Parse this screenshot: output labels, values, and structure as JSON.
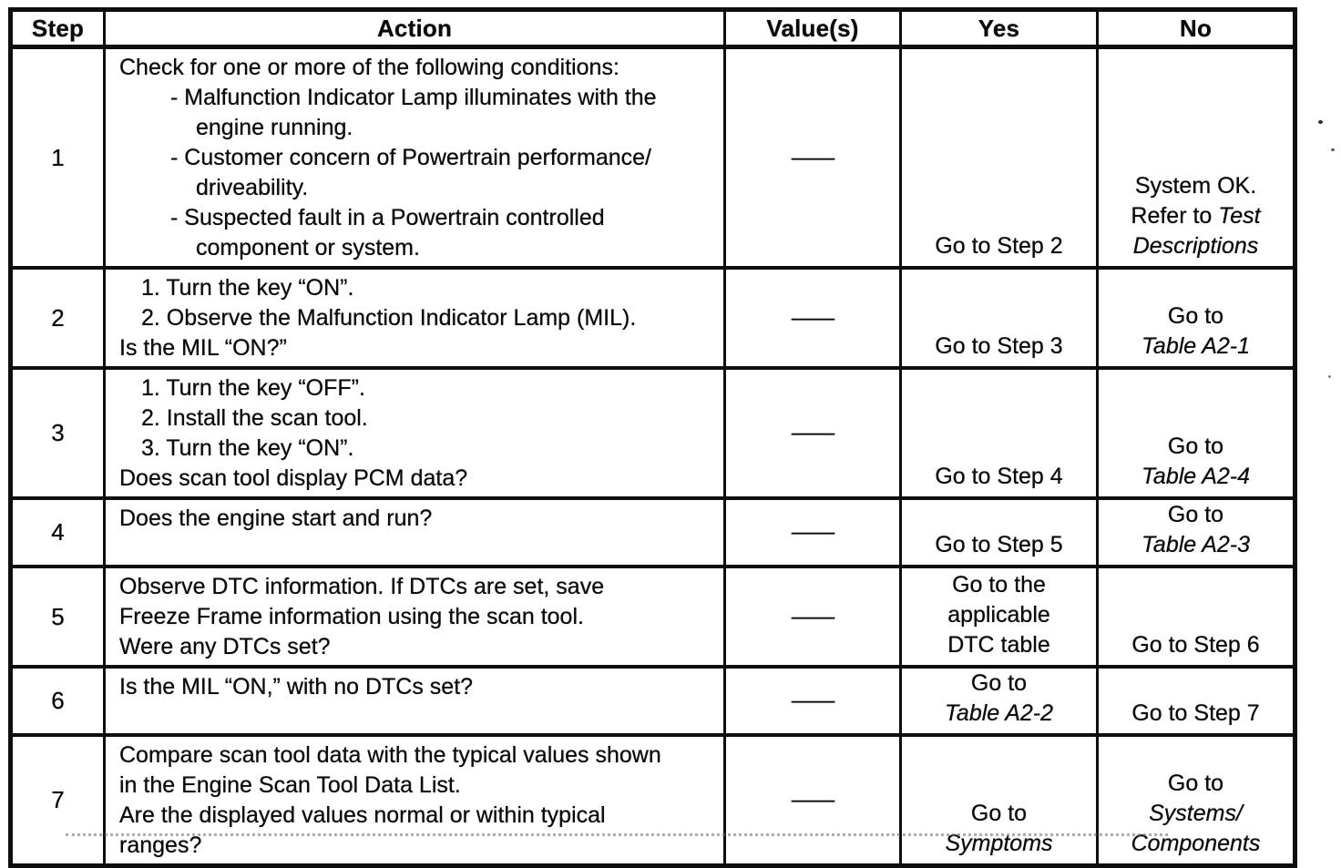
{
  "doc": {
    "headers": {
      "step": "Step",
      "action": "Action",
      "values": "Value(s)",
      "yes": "Yes",
      "no": "No"
    },
    "rows": [
      {
        "step": "1",
        "value": "—",
        "action": {
          "l1": "Check for one or more of the following conditions:",
          "l2": "- Malfunction Indicator Lamp illuminates with the",
          "l3": "engine running.",
          "l4": "- Customer concern of Powertrain performance/",
          "l5": "driveability.",
          "l6": "- Suspected fault in a Powertrain controlled",
          "l7": "component or system."
        },
        "yes": {
          "l1": "Go to Step 2"
        },
        "no": {
          "l1": "System OK.",
          "l2": "Refer to ",
          "l2i": "Test",
          "l3i": "Descriptions"
        }
      },
      {
        "step": "2",
        "value": "—",
        "action": {
          "l1": "1. Turn the key “ON”.",
          "l2": "2. Observe the Malfunction Indicator Lamp (MIL).",
          "l3": "Is the MIL “ON?”"
        },
        "yes": {
          "l1": "Go to Step 3"
        },
        "no": {
          "l1": "Go to",
          "l2i": "Table A2-1"
        }
      },
      {
        "step": "3",
        "value": "—",
        "action": {
          "l1": "1. Turn the key “OFF”.",
          "l2": "2. Install the scan tool.",
          "l3": "3. Turn the key “ON”.",
          "l4": "Does scan tool display PCM data?"
        },
        "yes": {
          "l1": "Go to Step 4"
        },
        "no": {
          "l1": "Go to",
          "l2i": "Table A2-4"
        }
      },
      {
        "step": "4",
        "value": "—",
        "action": {
          "l1": "Does the engine start and run?"
        },
        "yes": {
          "l1": "Go to Step 5"
        },
        "no": {
          "l1": "Go to",
          "l2i": "Table A2-3"
        }
      },
      {
        "step": "5",
        "value": "—",
        "action": {
          "l1": "Observe DTC information. If DTCs are set, save",
          "l2": "Freeze Frame information using the scan tool.",
          "l3": "Were any DTCs set?"
        },
        "yes": {
          "l1": "Go to the",
          "l2": "applicable",
          "l3": "DTC table"
        },
        "no": {
          "l1": "Go to Step 6"
        }
      },
      {
        "step": "6",
        "value": "—",
        "action": {
          "l1": "Is the MIL “ON,” with no DTCs set?"
        },
        "yes": {
          "l1": "Go to",
          "l2i": "Table A2-2"
        },
        "no": {
          "l1": "Go to Step 7"
        }
      },
      {
        "step": "7",
        "value": "—",
        "action": {
          "l1": "Compare scan tool data with the typical values shown",
          "l2": "in the Engine Scan Tool Data List.",
          "l3": "Are the displayed values normal or within typical",
          "l4": "ranges?"
        },
        "yes": {
          "l1": "Go to",
          "l2i": "Symptoms"
        },
        "no": {
          "l1": "Go to",
          "l2i": "Systems/",
          "l3i": "Components"
        }
      }
    ]
  }
}
